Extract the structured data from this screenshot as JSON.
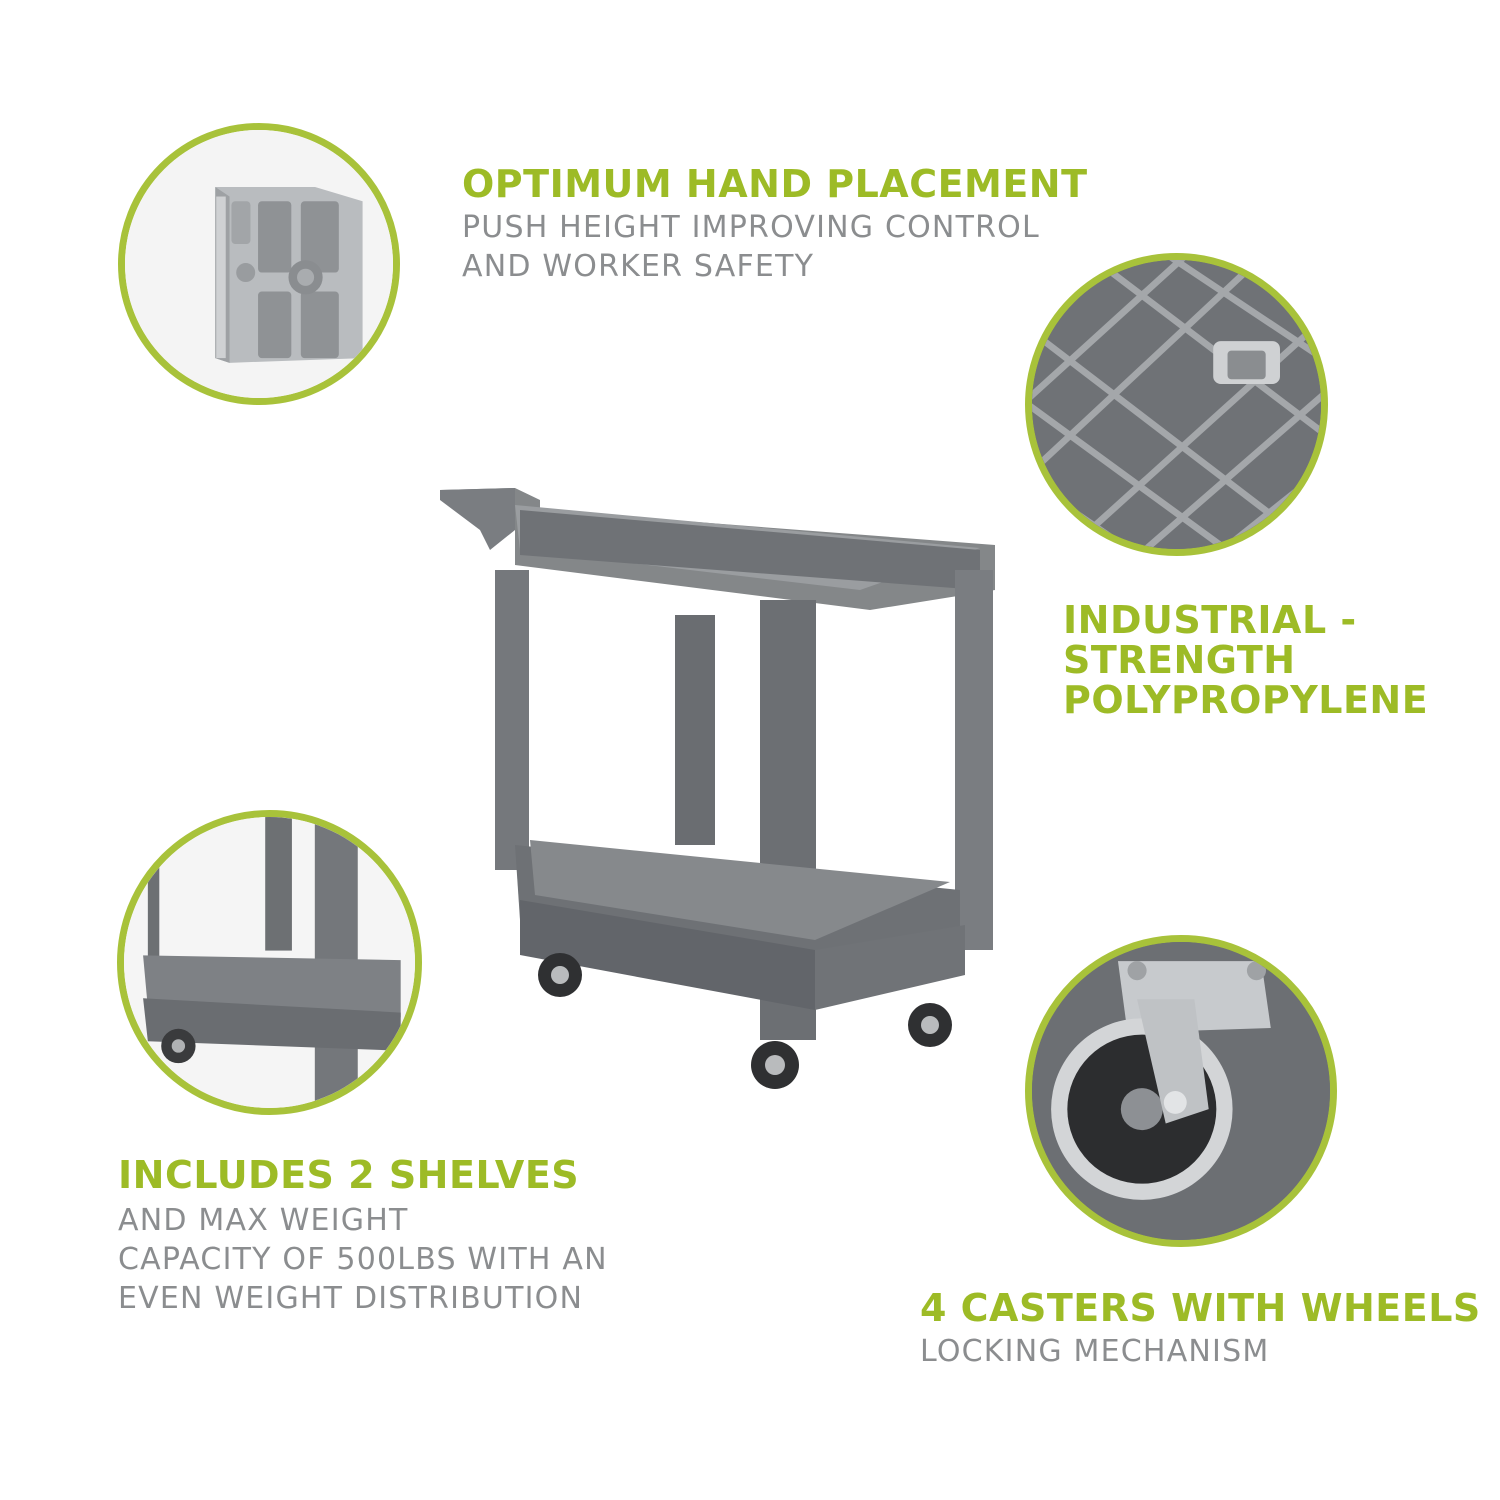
{
  "features": {
    "hand": {
      "heading": "OPTIMUM HAND PLACEMENT",
      "lines": [
        "PUSH HEIGHT IMPROVING CONTROL",
        "AND WORKER SAFETY"
      ]
    },
    "material": {
      "lines": [
        "INDUSTRIAL -",
        "STRENGTH",
        "POLYPROPYLENE"
      ]
    },
    "shelves": {
      "heading": "INCLUDES 2 SHELVES",
      "lines": [
        "AND MAX WEIGHT",
        "CAPACITY OF 500LBS WITH AN",
        "EVEN WEIGHT DISTRIBUTION"
      ]
    },
    "casters": {
      "heading": "4 CASTERS WITH WHEELS",
      "lines": [
        "LOCKING MECHANISM"
      ]
    }
  },
  "colors": {
    "accent": "#a8c23a",
    "heading": "#9dbb26",
    "subtext": "#8b8d8f",
    "plastic": "#6e7276"
  }
}
